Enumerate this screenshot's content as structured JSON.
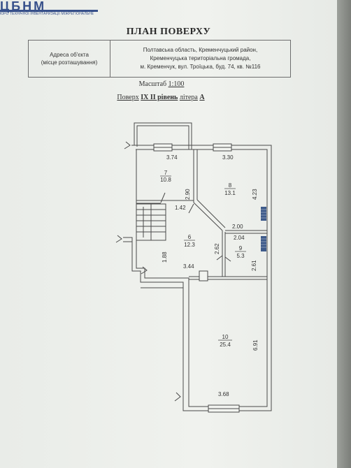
{
  "header": {
    "logo_mark": "ЦБНМ",
    "logo_text": "ЮРО ТЕХНІЧНОЇ ІНВЕНТАРИЗАЦІЇ МІЖРЕГІОНАЛЬНЕ"
  },
  "document": {
    "title": "ПЛАН ПОВЕРХУ",
    "address_label_line1": "Адреса об'єкта",
    "address_label_line2": "(місце розташування)",
    "address_line1": "Полтавська область, Кременчуцький район,",
    "address_line2": "Кременчуцька територіальна громада,",
    "address_line3": "м. Кременчук, вул. Троїцька, буд. 74, кв. №116",
    "scale_label": "Масштаб",
    "scale_value": "1:100",
    "floor_label": "Поверх",
    "floor_value": "IX II рівень",
    "letter_label": "літера",
    "letter_value": "А"
  },
  "plan": {
    "rooms": [
      {
        "number": "7",
        "area": "10.8"
      },
      {
        "number": "8",
        "area": "13.1"
      },
      {
        "number": "6",
        "area": "12.3"
      },
      {
        "number": "9",
        "area": "5.3"
      },
      {
        "number": "10",
        "area": "25.4"
      }
    ],
    "dimensions": {
      "d_374": "3.74",
      "d_330": "3.30",
      "d_290": "2.90",
      "d_423": "4.23",
      "d_142": "1.42",
      "d_200": "2.00",
      "d_204": "2.04",
      "d_262": "2.62",
      "d_261": "2.61",
      "d_188": "1.88",
      "d_344": "3.44",
      "d_691": "6.91",
      "d_368": "3.68"
    }
  }
}
